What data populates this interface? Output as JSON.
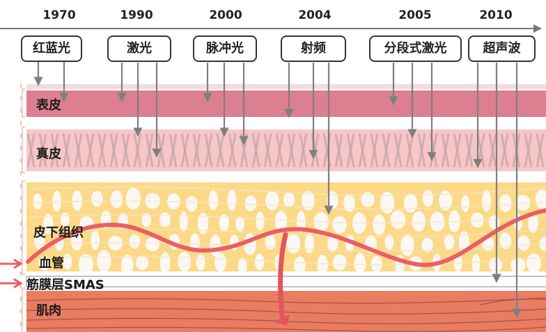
{
  "timeline": {
    "years": [
      "1970",
      "1990",
      "2000",
      "2004",
      "2005",
      "2010"
    ],
    "technologies": [
      "红蓝光",
      "激光",
      "脉冲光",
      "射频",
      "分段式激光",
      "超声波"
    ]
  },
  "layers": {
    "epidermis": "表皮",
    "dermis": "真皮",
    "subcutaneous": "皮下组织",
    "blood_vessel": "血管",
    "smas": "筋膜层SMAS",
    "muscle": "肌肉"
  },
  "colors": {
    "epidermis": "#dc7f90",
    "dermis": "#f7c6c8",
    "fat": "#fbd987",
    "muscle": "#e97c61",
    "vessel": "#ea5f64",
    "arrow": "#7f7f7f",
    "guide": "#f0a990"
  }
}
